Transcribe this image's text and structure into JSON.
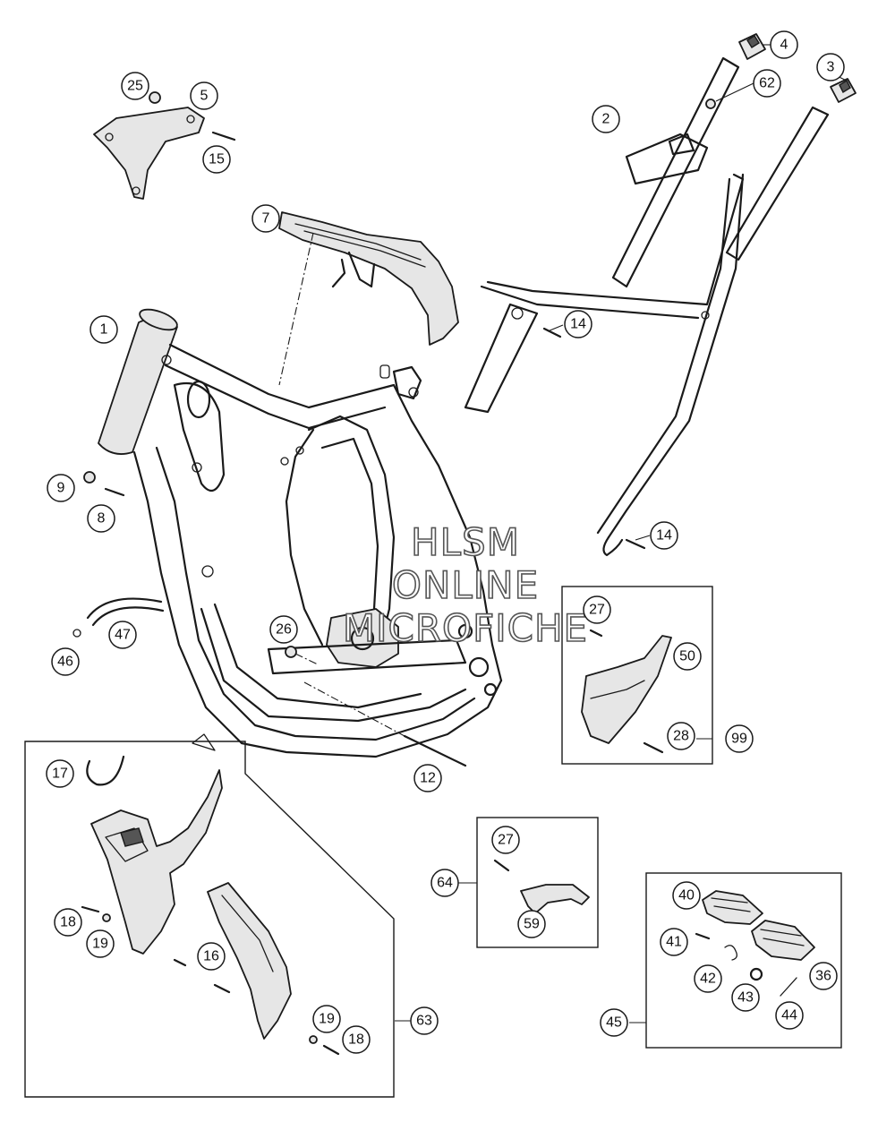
{
  "callouts": [
    {
      "id": "c1",
      "label": "1"
    },
    {
      "id": "c2",
      "label": "2"
    },
    {
      "id": "c3",
      "label": "3"
    },
    {
      "id": "c4",
      "label": "4"
    },
    {
      "id": "c5",
      "label": "5"
    },
    {
      "id": "c7",
      "label": "7"
    },
    {
      "id": "c8",
      "label": "8"
    },
    {
      "id": "c9",
      "label": "9"
    },
    {
      "id": "c12",
      "label": "12"
    },
    {
      "id": "c14a",
      "label": "14"
    },
    {
      "id": "c14b",
      "label": "14"
    },
    {
      "id": "c15",
      "label": "15"
    },
    {
      "id": "c16",
      "label": "16"
    },
    {
      "id": "c17",
      "label": "17"
    },
    {
      "id": "c18a",
      "label": "18"
    },
    {
      "id": "c18b",
      "label": "18"
    },
    {
      "id": "c19a",
      "label": "19"
    },
    {
      "id": "c19b",
      "label": "19"
    },
    {
      "id": "c25",
      "label": "25"
    },
    {
      "id": "c26",
      "label": "26"
    },
    {
      "id": "c27a",
      "label": "27"
    },
    {
      "id": "c27b",
      "label": "27"
    },
    {
      "id": "c28",
      "label": "28"
    },
    {
      "id": "c36",
      "label": "36"
    },
    {
      "id": "c40",
      "label": "40"
    },
    {
      "id": "c41",
      "label": "41"
    },
    {
      "id": "c42",
      "label": "42"
    },
    {
      "id": "c43",
      "label": "43"
    },
    {
      "id": "c44",
      "label": "44"
    },
    {
      "id": "c45",
      "label": "45"
    },
    {
      "id": "c46",
      "label": "46"
    },
    {
      "id": "c47",
      "label": "47"
    },
    {
      "id": "c50",
      "label": "50"
    },
    {
      "id": "c59",
      "label": "59"
    },
    {
      "id": "c62",
      "label": "62"
    },
    {
      "id": "c63",
      "label": "63"
    },
    {
      "id": "c64",
      "label": "64"
    },
    {
      "id": "c99",
      "label": "99"
    }
  ],
  "watermark": {
    "line1": "HLSM",
    "line2": "ONLINE",
    "line3": "MICROFICHE"
  }
}
